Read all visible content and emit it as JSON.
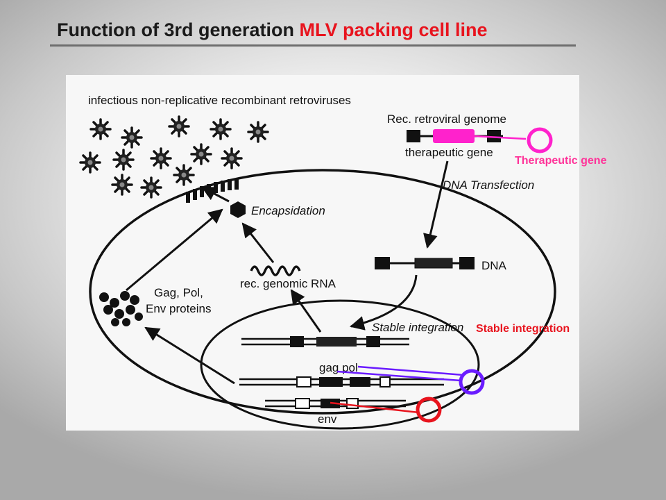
{
  "title": {
    "prefix": "Function of 3rd generation ",
    "highlight": "MLV packing  cell line"
  },
  "labels": {
    "infectious": "infectious non-replicative recombinant retroviruses",
    "rec_genome": "Rec. retroviral genome",
    "therapeutic_gene": "therapeutic gene",
    "dna_transfection": "DNA Transfection",
    "encapsidation": "Encapsidation",
    "dna": "DNA",
    "rec_genomic_rna": "rec. genomic RNA",
    "proteins_line1": "Gag, Pol,",
    "proteins_line2": "Env proteins",
    "stable_integration": "Stable integration",
    "gag_pol": "gag pol",
    "env": "env"
  },
  "annotations": {
    "therapeutic_gene": "Therapeutic gene",
    "stable_integration": "Stable integration"
  },
  "colors": {
    "title_highlight": "#e8141e",
    "therapeutic": "#ff22cc",
    "therapeutic_text": "#ff3399",
    "stable_integration_text": "#e8141e",
    "gag_pol_marker": "#6a1bff",
    "env_marker": "#e8141e"
  }
}
